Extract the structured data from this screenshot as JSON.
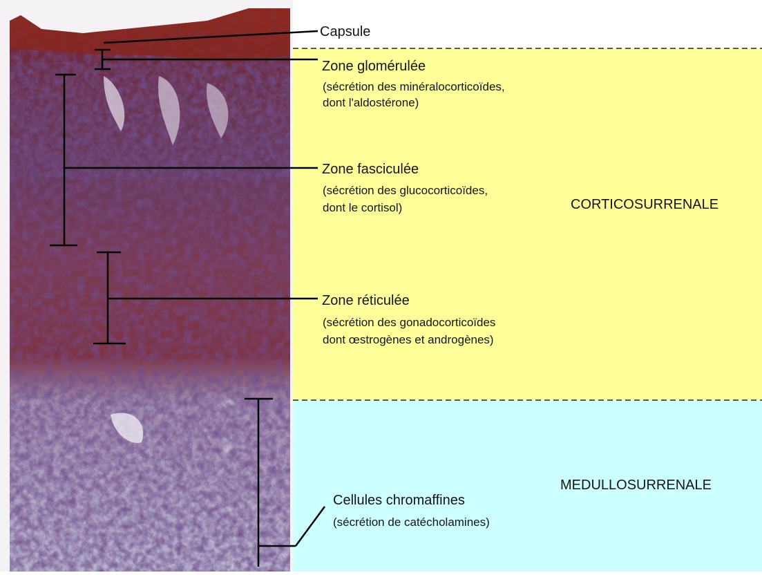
{
  "labels": {
    "capsule": "Capsule",
    "glomerulosa": {
      "title": "Zone glomérulée",
      "line1": "(sécrétion des minéralocorticoïdes,",
      "line2": "dont l'aldostérone)"
    },
    "fasciculata": {
      "title": "Zone fasciculée",
      "line1": "(sécrétion des glucocorticoïdes,",
      "line2": "dont le cortisol)"
    },
    "reticularis": {
      "title": "Zone réticulée",
      "line1": "(sécrétion des gonadocorticoïdes",
      "line2": "dont œstrogènes et androgènes)"
    },
    "chromaffin": {
      "title": "Cellules chromaffines",
      "line1": "(sécrétion de catécholamines)"
    }
  },
  "regions": {
    "cortex": "CORTICOSURRENALE",
    "medulla": "MEDULLOSURRENALE"
  },
  "colors": {
    "cortex_panel": "#ffff99",
    "medulla_panel": "#ccffff",
    "capsule_tissue": "#8a2418",
    "cortex_tissue": "#7a3552",
    "medulla_tissue": "#b2abc4",
    "ink": "#111111"
  }
}
